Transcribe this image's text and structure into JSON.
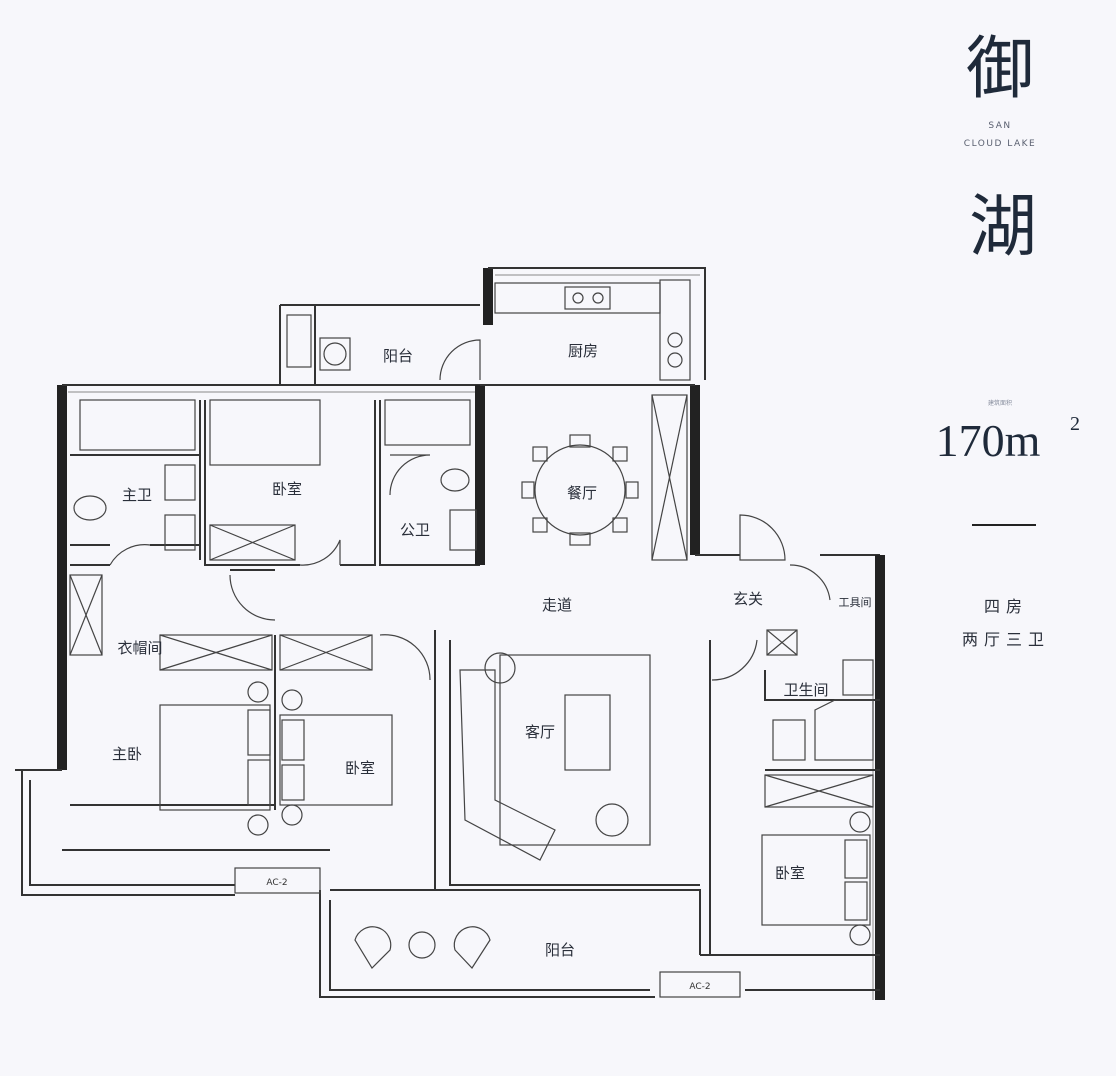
{
  "title": {
    "char1": "御",
    "char2": "湖"
  },
  "brand": {
    "line1": "SAN",
    "line2": "CLOUD LAKE"
  },
  "area": {
    "small_label": "建筑面积",
    "value": "170m",
    "sup": "2"
  },
  "layout_text": {
    "line1": "四房",
    "line2": "两厅三卫"
  },
  "rooms": {
    "balcony_top": "阳台",
    "kitchen": "厨房",
    "master_bath": "主卫",
    "bedroom_top": "卧室",
    "public_bath": "公卫",
    "dining": "餐厅",
    "corridor": "走道",
    "entrance": "玄关",
    "utility": "工具间",
    "walk_in_closet": "衣帽间",
    "bathroom_right": "卫生间",
    "master_bedroom": "主卧",
    "bedroom_mid": "卧室",
    "living": "客厅",
    "bedroom_right": "卧室",
    "balcony_bottom": "阳台"
  },
  "ac_labels": {
    "left": "AC-2",
    "right": "AC-2"
  }
}
